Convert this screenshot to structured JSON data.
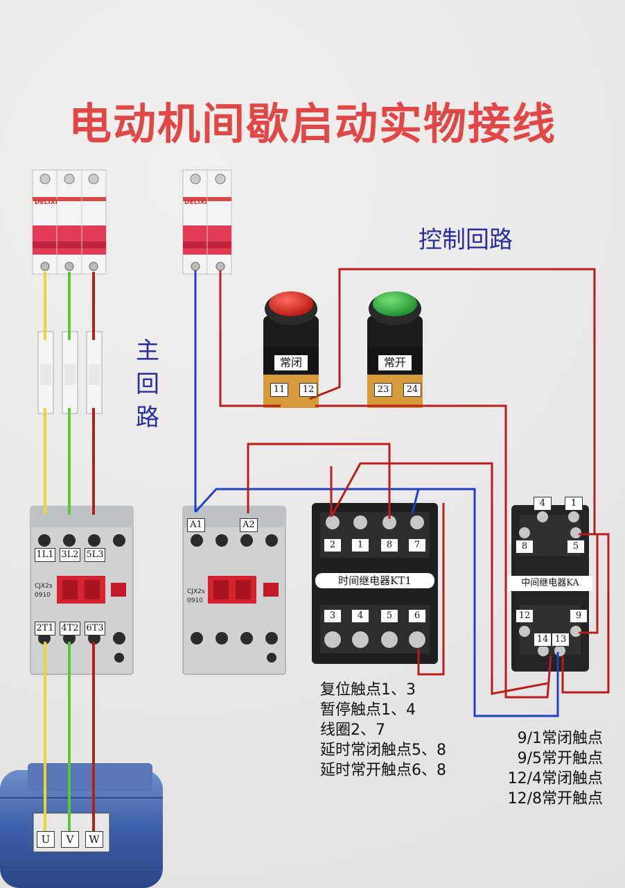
{
  "title": "电动机间歇启动实物接线",
  "labels": {
    "control_circuit": "控制回路",
    "main_circuit_1": "主",
    "main_circuit_2": "回",
    "main_circuit_3": "路"
  },
  "breaker": {
    "brand": "DELIXI"
  },
  "buttons": {
    "stop": {
      "label": "常闭",
      "t1": "11",
      "t2": "12",
      "color": "#d8261f"
    },
    "start": {
      "label": "常开",
      "t1": "23",
      "t2": "24",
      "color": "#2da83a"
    }
  },
  "contactor_main": {
    "top_terms": [
      "1L1",
      "3L2",
      "5L3"
    ],
    "bottom_terms": [
      "2T1",
      "4T2",
      "6T3"
    ],
    "model": "CJX2s",
    "code": "0910"
  },
  "contactor_ctrl": {
    "coil_terms": [
      "A1",
      "A2"
    ],
    "model": "CJX2s",
    "code": "0910"
  },
  "timer_relay": {
    "name": "时间继电器KT1",
    "top_terms": [
      "2",
      "1",
      "8",
      "7"
    ],
    "bottom_terms": [
      "3",
      "4",
      "5",
      "6"
    ]
  },
  "relay_ka": {
    "name": "中间继电器KA",
    "terms": {
      "t4": "4",
      "t1": "1",
      "t8": "8",
      "t5": "5",
      "t12": "12",
      "t9": "9",
      "t14": "14",
      "t13": "13"
    }
  },
  "motor": {
    "terms": [
      "U",
      "V",
      "W"
    ]
  },
  "notes_timer": [
    "复位触点1、3",
    "暂停触点1、4",
    "线圈2、7",
    "延时常闭触点5、8",
    "延时常开触点6、8"
  ],
  "notes_relay": [
    "9/1常闭触点",
    "9/5常开触点",
    "12/4常闭触点",
    "12/8常开触点"
  ],
  "colors": {
    "title": "#e04848",
    "label_blue": "#2a2ca0",
    "wire_red": "#b81c1c",
    "wire_blue": "#1f3fc4",
    "wire_yellow": "#e6d833",
    "wire_green": "#5ec43c"
  }
}
